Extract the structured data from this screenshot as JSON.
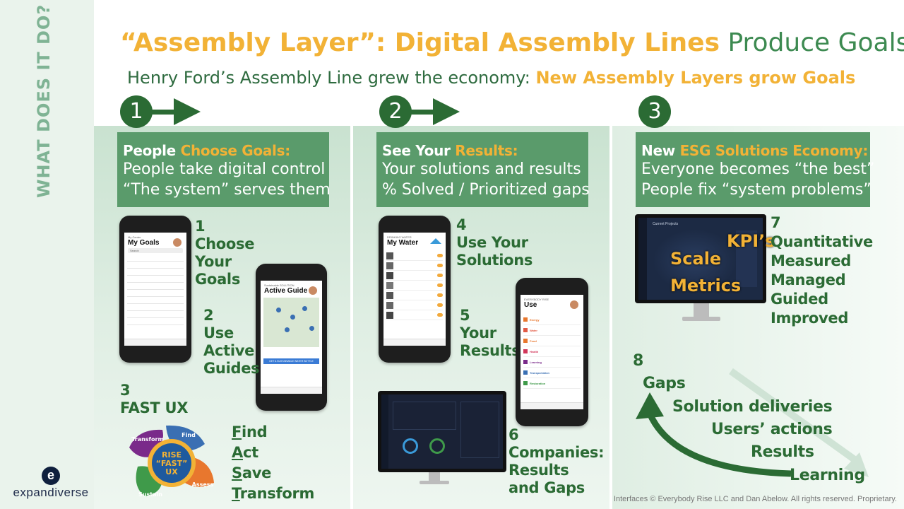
{
  "sidebar": {
    "vertical_label": "WHAT DOES IT DO?",
    "logo_letter": "e",
    "logo_text": "expandiverse"
  },
  "title": {
    "part1": "“Assembly Layer”: Digital Assembly Lines",
    "part2": "Produce Goals"
  },
  "subtitle": {
    "part1": "Henry Ford’s Assembly Line grew the economy:",
    "part2": "New Assembly Layers grow Goals"
  },
  "steps": [
    {
      "number": "1",
      "header_white": "People",
      "header_gold": "Choose Goals:",
      "line1": "People take digital control",
      "line2": "“The system” serves them"
    },
    {
      "number": "2",
      "header_white": "See Your",
      "header_gold": "Results:",
      "line1": "Your solutions and results",
      "line2": "% Solved / Prioritized gaps"
    },
    {
      "number": "3",
      "header_white": "New",
      "header_gold": "ESG Solutions Economy:",
      "line1": "Everyone becomes “the best”",
      "line2": "People fix “system problems”"
    }
  ],
  "col1": {
    "item1": [
      "1",
      "Choose",
      "Your",
      "Goals"
    ],
    "item2": [
      "2",
      "Use",
      "Active",
      "Guides"
    ],
    "item3": [
      "3",
      "FAST UX"
    ],
    "fast_ux": [
      {
        "first": "F",
        "rest": "ind"
      },
      {
        "first": "A",
        "rest": "ct"
      },
      {
        "first": "S",
        "rest": "ave"
      },
      {
        "first": "T",
        "rest": "ransform"
      }
    ],
    "rise_logo": {
      "center": "RISE “FAST” UX",
      "find": "Find",
      "transform": "Transform",
      "assess": "Assess",
      "sustain": "Sustain"
    },
    "phone1": {
      "small": "My Center",
      "big": "My Goals",
      "search": "Search"
    },
    "phone2": {
      "small": "Sustainable SOLUTION",
      "big": "Active Guide",
      "button": "GET A SUSTAINABLE WATER BOTTLE"
    }
  },
  "col2": {
    "item4": [
      "4",
      "Use Your",
      "Solutions"
    ],
    "item5": [
      "5",
      "Your",
      "Results"
    ],
    "item6": [
      "6",
      "Companies:",
      "Results",
      "and Gaps"
    ],
    "phone3": {
      "small": "DRINKING WATER",
      "big": "My Water"
    },
    "phone4": {
      "small": "EVERYBODY RISE",
      "big": "Use",
      "categories": [
        "Energy",
        "Water",
        "Food",
        "Health",
        "Learning",
        "Transportation",
        "Restoration"
      ]
    }
  },
  "col3": {
    "item7": [
      "7",
      "Quantitative",
      "Measured",
      "Managed",
      "Guided",
      "Improved"
    ],
    "monitor_overlay": {
      "scale": "Scale",
      "metrics": "Metrics",
      "kpis": "KPI’s",
      "panel": "Current Projects"
    },
    "item8_number": "8",
    "cycle": [
      "Gaps",
      "Solution deliveries",
      "Users’ actions",
      "Results",
      "Learning"
    ]
  },
  "footer": "Interfaces © Everybody Rise LLC and Dan Abelow. All rights reserved. Proprietary."
}
